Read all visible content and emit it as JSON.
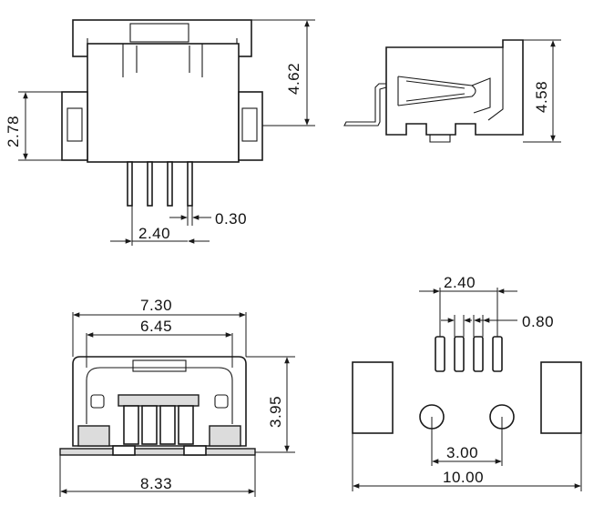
{
  "front_view": {
    "height_label": "4.62",
    "side_label": "2.78",
    "pin_width_label": "0.30",
    "pin_pitch_span_label": "2.40"
  },
  "side_view": {
    "height_label": "4.58"
  },
  "end_view": {
    "outer_width_label": "7.30",
    "inner_width_label": "6.45",
    "height_label": "3.95",
    "base_width_label": "8.33"
  },
  "footprint": {
    "pad_span_label": "2.40",
    "pad_width_label": "0.80",
    "hole_spacing_label": "3.00",
    "total_width_label": "10.00"
  }
}
